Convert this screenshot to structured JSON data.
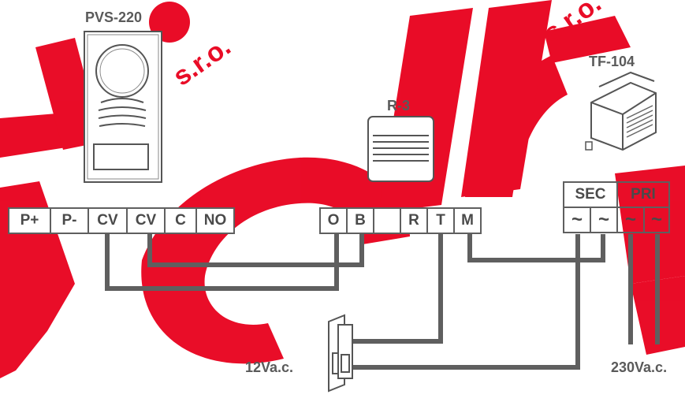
{
  "devices": {
    "panel_label": "PVS-220",
    "relay_label": "R-3",
    "transformer_label": "TF-104"
  },
  "panel_terminals": [
    "P+",
    "P-",
    "CV",
    "CV",
    "C",
    "NO"
  ],
  "relay_terminals": [
    "O",
    "B",
    "",
    "R",
    "T",
    "M"
  ],
  "transformer": {
    "sec_label": "SEC",
    "pri_label": "PRI",
    "terminals": [
      "~",
      "~",
      "~",
      "~"
    ]
  },
  "voltages": {
    "lock": "12Va.c.",
    "mains": "230Va.c."
  },
  "watermark": {
    "text": "shift s.r.o.",
    "color": "#e8001c"
  },
  "colors": {
    "wire": "#5f5f5f",
    "text": "#4a4a4a"
  }
}
